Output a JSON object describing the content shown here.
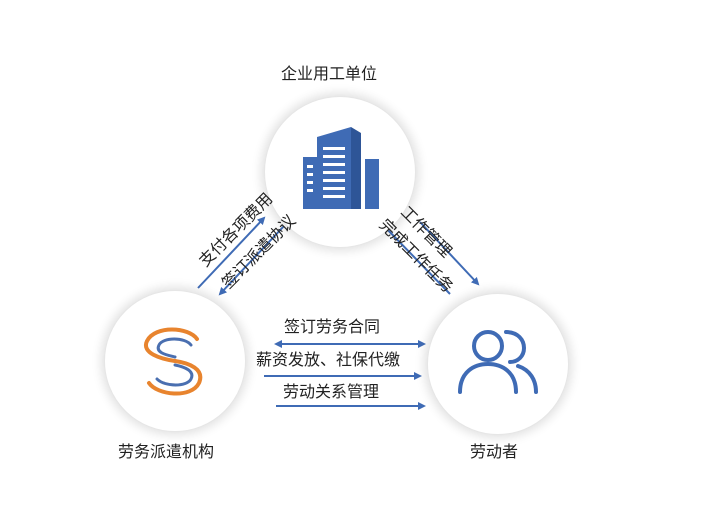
{
  "nodes": {
    "employer": "企业用工单位",
    "agency": "劳务派遣机构",
    "worker": "劳动者"
  },
  "edges": {
    "employer_agency": [
      "支付各项费用",
      "签订派遣协议"
    ],
    "employer_worker": [
      "工作管理",
      "完成工作任务"
    ],
    "agency_worker": [
      "签订劳务合同",
      "薪资发放、社保代缴",
      "劳动关系管理"
    ]
  },
  "icons": {
    "employer": "building-icon",
    "agency": "s-logo-icon",
    "worker": "people-icon"
  },
  "colors": {
    "accent_blue": "#3f6bb5",
    "logo_orange": "#e8842e",
    "logo_blue": "#4a6fb0"
  }
}
